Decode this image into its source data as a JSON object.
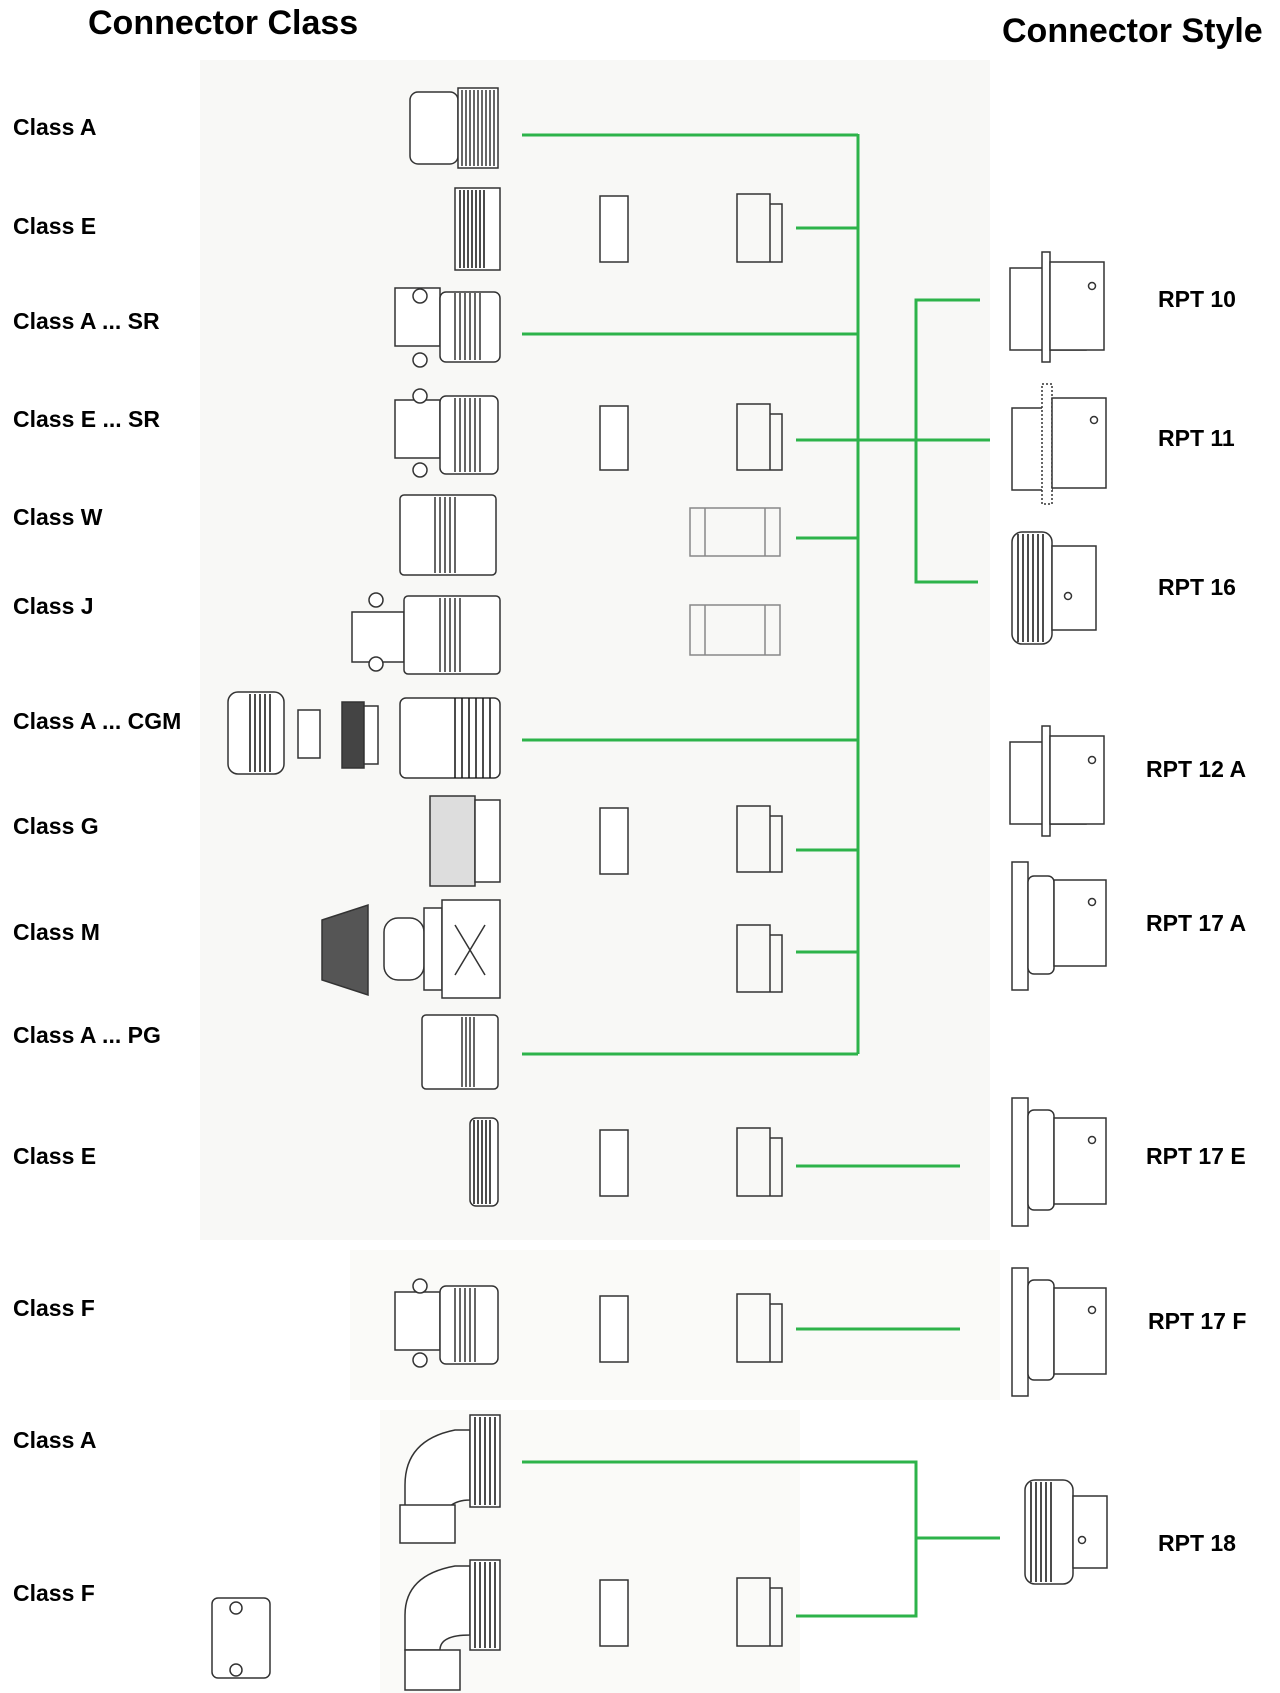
{
  "headers": {
    "connector_class": "Connector Class",
    "connector_style": "Connector Style"
  },
  "classes": [
    "Class A",
    "Class E",
    "Class A ... SR",
    "Class E ... SR",
    "Class W",
    "Class J",
    "Class A ... CGM",
    "Class G",
    "Class M",
    "Class A ... PG",
    "Class E",
    "Class F",
    "Class A",
    "Class F"
  ],
  "styles": [
    "RPT 10",
    "RPT 11",
    "RPT 16",
    "RPT 12 A",
    "RPT 17 A",
    "RPT 17 E",
    "RPT 17 F",
    "RPT 18"
  ],
  "colors": {
    "connector_line": "#2db34a",
    "drawing_stroke": "#333333",
    "image_panel": "#f7f7f5"
  }
}
